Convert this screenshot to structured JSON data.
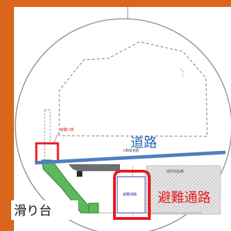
{
  "labels": {
    "road": "道路",
    "evacuation_passage": "避難通路",
    "slide": "滑り台",
    "small_red_label": "避難口部",
    "lane_label": "2車線道路",
    "drain_label": "消防用設備",
    "passage_box_label": "避難通路"
  },
  "colors": {
    "frame_orange": "#d9661a",
    "drawing_background": "#ffffff",
    "road_line": "#4f7fbf",
    "label_blue": "#2a65b0",
    "highlight_red": "#e8191e",
    "slide_green": "#5cb85c"
  }
}
